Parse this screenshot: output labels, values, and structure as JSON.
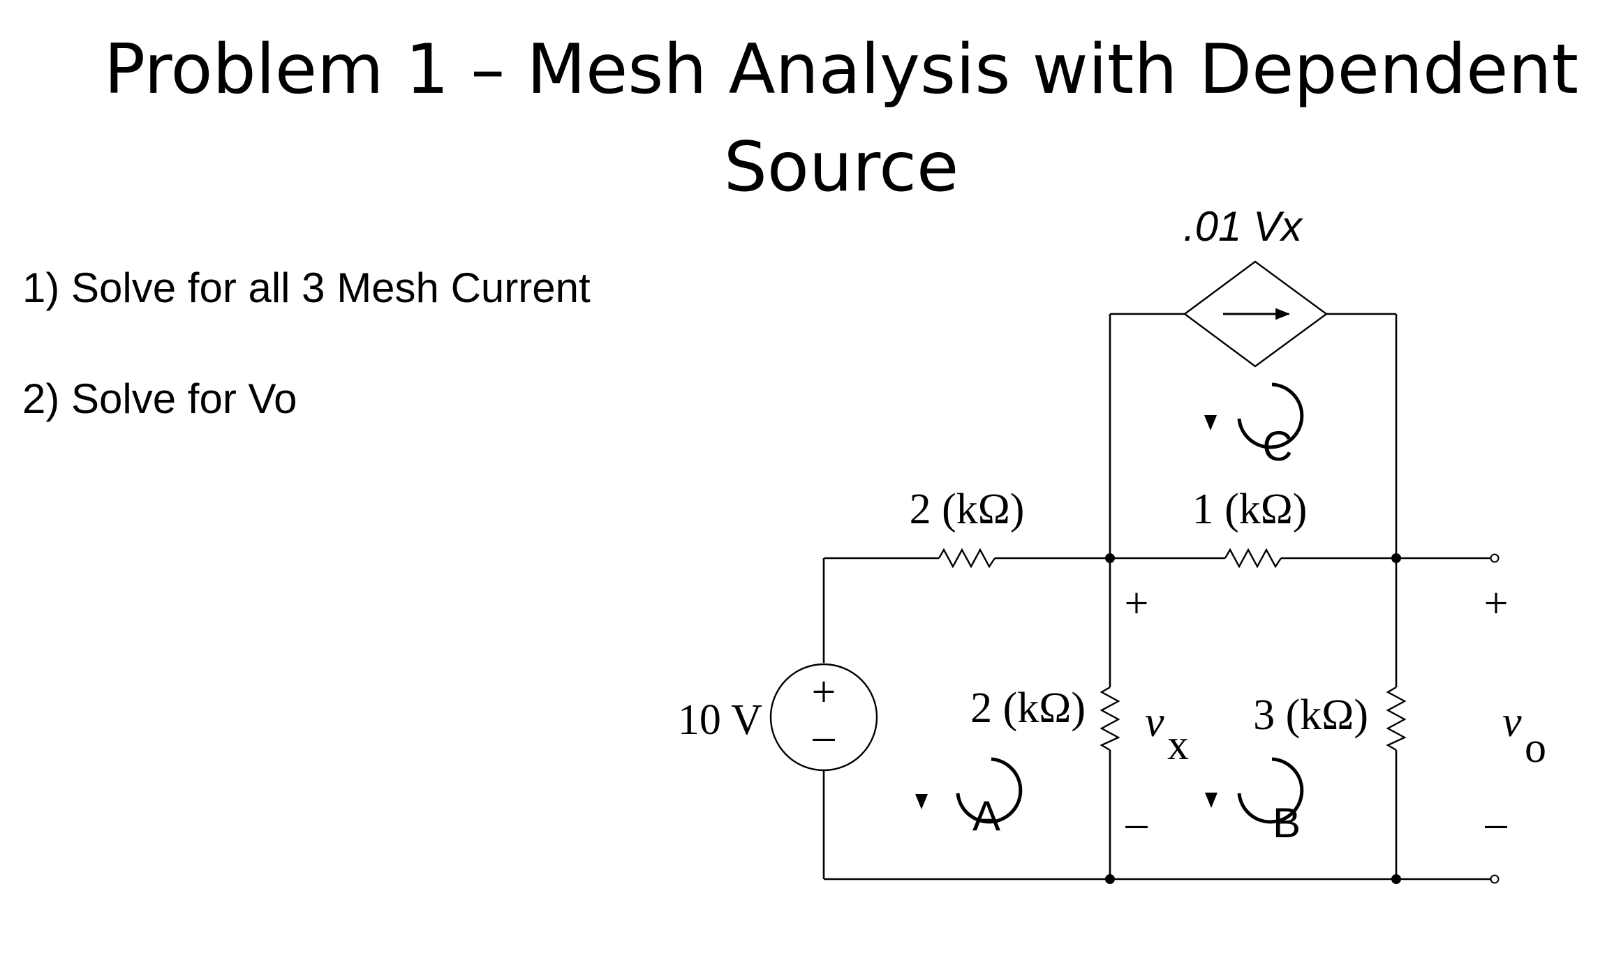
{
  "title": "Problem 1 – Mesh Analysis with Dependent Source",
  "tasks": [
    "1)  Solve for all 3 Mesh Current",
    "2) Solve for Vo"
  ],
  "circuit": {
    "dependent_source_label": ".01 Vx",
    "voltage_source_label": "10 V",
    "resistor_top_left": "2 (kΩ)",
    "resistor_top_right": "1 (kΩ)",
    "resistor_middle": "2 (kΩ)",
    "resistor_right": "3 (kΩ)",
    "source_plus": "+",
    "source_minus": "–",
    "vx_plus": "+",
    "vx_minus": "–",
    "vx_var": "v",
    "vx_sub": "x",
    "vo_plus": "+",
    "vo_minus": "–",
    "vo_var": "v",
    "vo_sub": "o",
    "mesh_a": "A",
    "mesh_b": "B",
    "mesh_c": "C"
  }
}
